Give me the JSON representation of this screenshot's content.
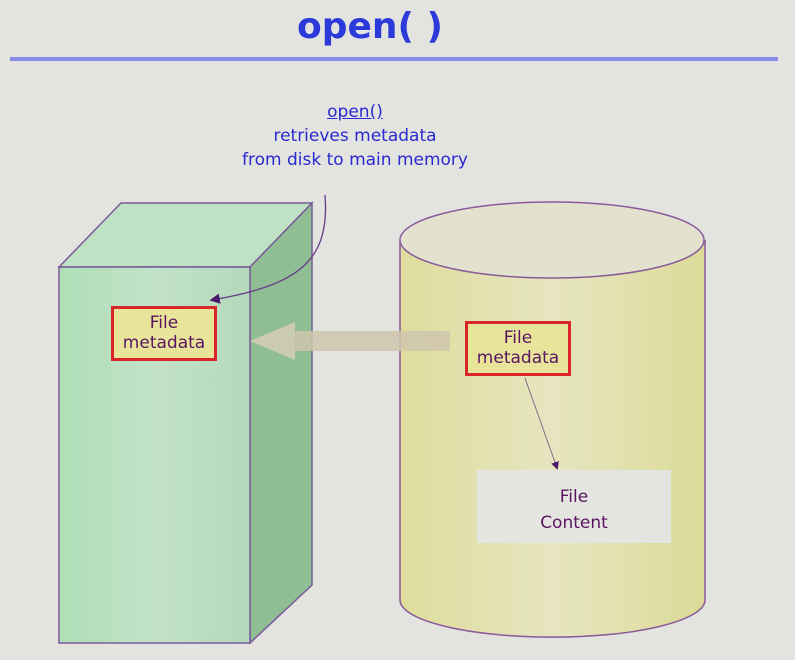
{
  "title": "open( )",
  "annotation": {
    "function": "open()",
    "line1": "retrieves metadata",
    "line2": "from disk to main memory"
  },
  "memory": {
    "metadata_line1": "File",
    "metadata_line2": "metadata"
  },
  "disk": {
    "metadata_line1": "File",
    "metadata_line2": "metadata",
    "content_line1": "File",
    "content_line2": "Content"
  },
  "colors": {
    "title": "#2b3ad8",
    "memory": "#b4ddbc",
    "disk": "#e3e2a6",
    "metadata_border": "#d8262a"
  }
}
